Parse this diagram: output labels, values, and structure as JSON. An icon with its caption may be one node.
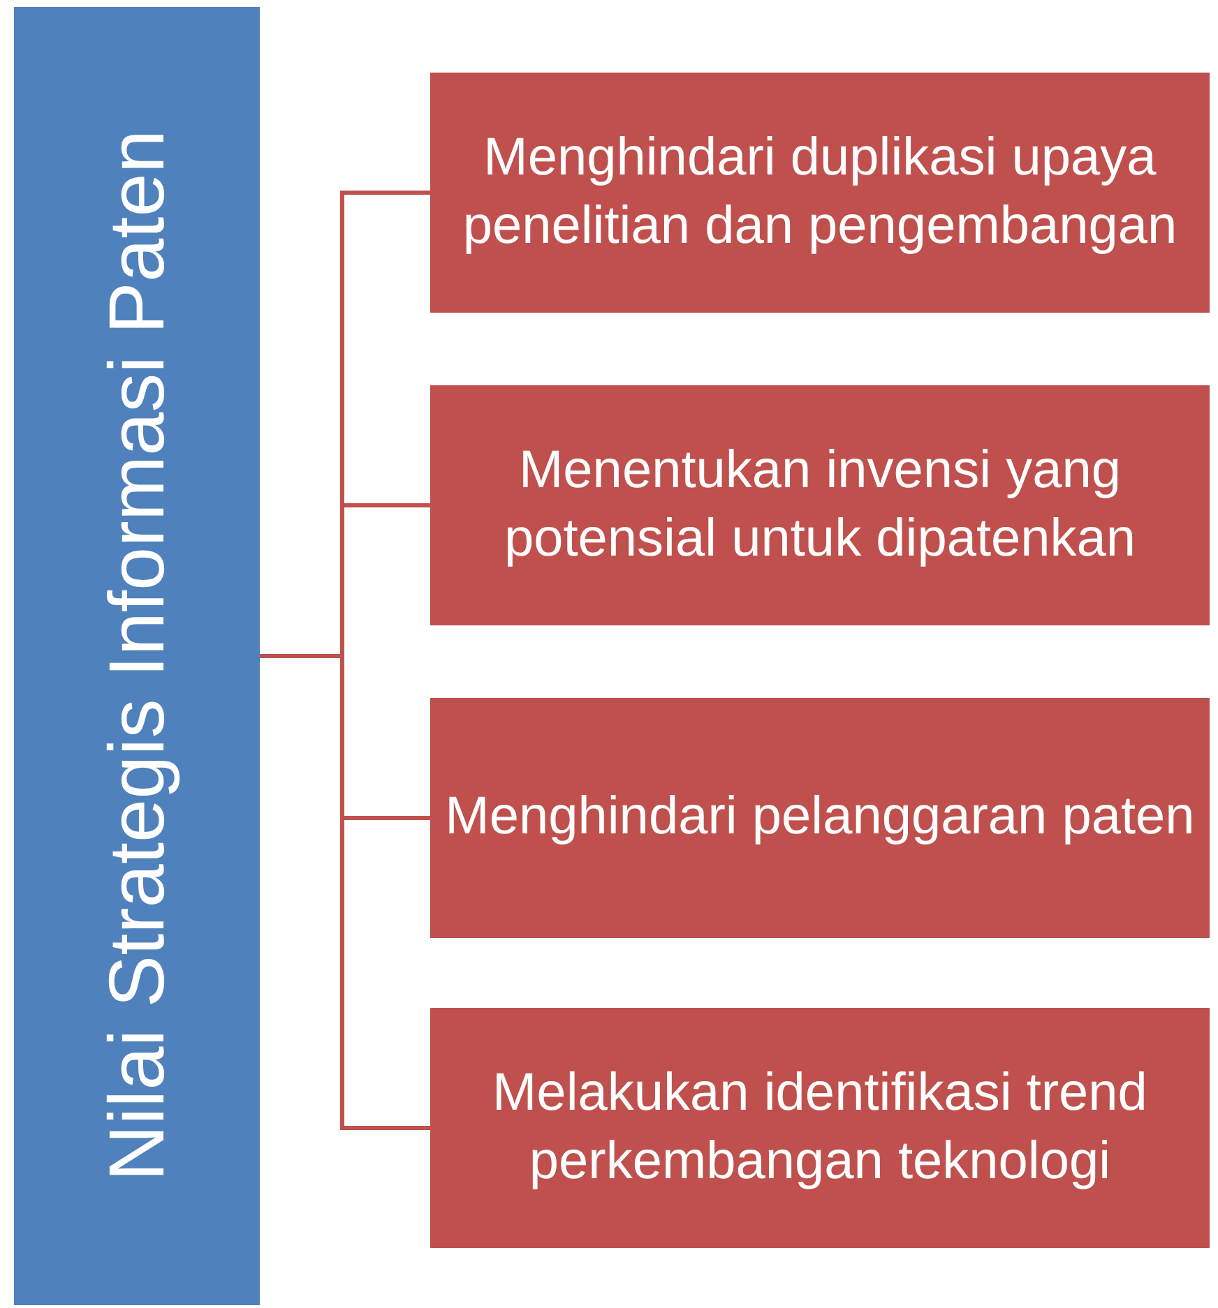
{
  "diagram": {
    "nodes": [
      {
        "text": [
          "Nilai Strategis Informasi Paten"
        ]
      },
      {
        "text": [
          "Menghindari duplikasi upaya penelitian dan pengembangan"
        ]
      },
      {
        "text": [
          "Menentukan invensi yang potensial untuk dipatenkan"
        ]
      },
      {
        "text": [
          "Menghindari pelanggaran paten"
        ]
      },
      {
        "text": [
          "Melakukan identifikasi trend perkembangan teknologi"
        ]
      }
    ],
    "edges": [
      {
        "from": 0,
        "to": 1,
        "arrow": "none"
      },
      {
        "from": 0,
        "to": 2,
        "arrow": "none"
      },
      {
        "from": 0,
        "to": 3,
        "arrow": "none"
      },
      {
        "from": 0,
        "to": 4,
        "arrow": "none"
      }
    ]
  }
}
